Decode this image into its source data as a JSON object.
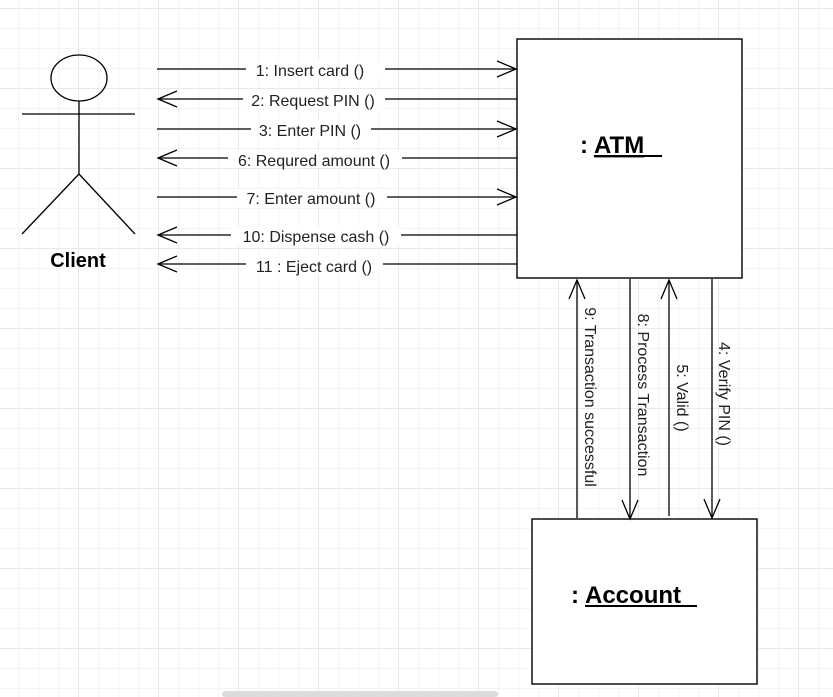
{
  "actor": {
    "name": "Client"
  },
  "objects": {
    "atm": {
      "prefix": ":",
      "name": "ATM"
    },
    "account": {
      "prefix": ":",
      "name": "Account"
    }
  },
  "messages_horizontal": [
    {
      "id": "m1",
      "label": "1: Insert card ()",
      "direction": "to-atm"
    },
    {
      "id": "m2",
      "label": "2: Request PIN ()",
      "direction": "to-client"
    },
    {
      "id": "m3",
      "label": "3: Enter PIN ()",
      "direction": "to-atm"
    },
    {
      "id": "m6",
      "label": "6: Requred amount ()",
      "direction": "to-client"
    },
    {
      "id": "m7",
      "label": "7: Enter amount ()",
      "direction": "to-atm"
    },
    {
      "id": "m10",
      "label": "10: Dispense cash ()",
      "direction": "to-client"
    },
    {
      "id": "m11",
      "label": "11 : Eject card ()",
      "direction": "to-client"
    }
  ],
  "messages_vertical": [
    {
      "id": "m9",
      "label": "9: Transaction successful",
      "direction": "to-atm"
    },
    {
      "id": "m8",
      "label": "8: Process Transaction",
      "direction": "to-account"
    },
    {
      "id": "m5",
      "label": "5: Valid ()",
      "direction": "to-atm"
    },
    {
      "id": "m4",
      "label": "4: Verify PIN ()",
      "direction": "to-account"
    }
  ]
}
